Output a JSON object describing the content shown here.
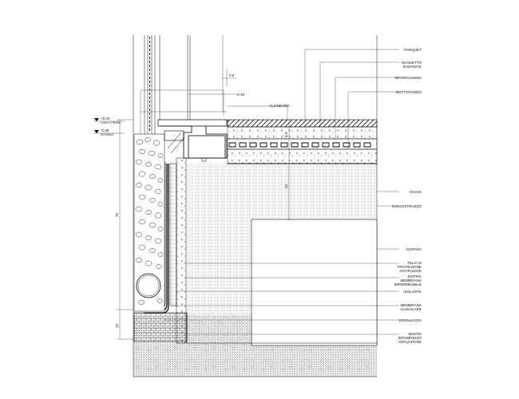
{
  "labels": {
    "parquet": "PARQUET",
    "massetto_1": "MASSETTO",
    "massetto_2": "RADIANTE",
    "materassino": "MATERASSINO",
    "sottofondo": "SOTTOFONDO",
    "allineare": "ALLINEARE",
    "ghiaia": "GHIAIA",
    "calcestruzzo": "CALCESTRUZZO",
    "vespaio": "VESPAIO",
    "telo_1": "TELO DI",
    "telo_2": "PROTEZIONE",
    "telo_3": "ANTIRADICE",
    "doppia_1": "DOPPIA",
    "doppia_2": "MEMBRANA",
    "doppia_3": "IMPERMEABILE",
    "isolante": "ISOLANTE",
    "membrana_1": "MEMBRANA",
    "membrana_2": "ALVEOLARE",
    "drenaggio": "DRENAGGIO",
    "manto_1": "MANTO",
    "manto_2": "BITUMINOSO",
    "manto_3": "ANTIVAPORE"
  },
  "levels": {
    "upper_value": "+0.00",
    "upper_note": "LIVELLO PAVIM.",
    "lower_value": "-0.06",
    "lower_note": "ESTERNO"
  },
  "dimensions": {
    "d_75": "75",
    "d_10": "10",
    "d_08": "0.8",
    "d_040": "0-40",
    "d_45": "4.5",
    "d_20": "20"
  }
}
